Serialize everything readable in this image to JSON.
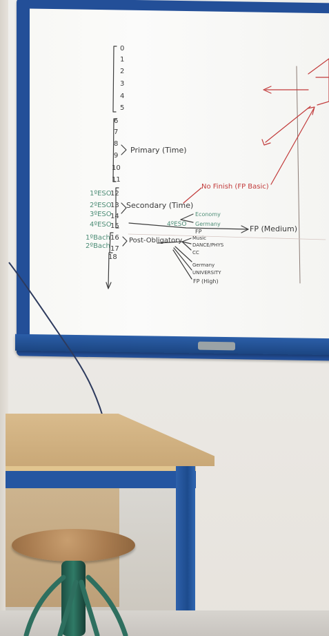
{
  "board": {
    "age_numbers": [
      "0",
      "1",
      "2",
      "3",
      "4",
      "5",
      "6",
      "7",
      "8",
      "9",
      "10",
      "11",
      "12",
      "13",
      "14",
      "15",
      "16",
      "17",
      "18"
    ],
    "course_labels": [
      "1ºESO",
      "2ºESO",
      "3ºESO",
      "4ºESO",
      "1ºBach",
      "2ºBach"
    ],
    "stage_labels": {
      "primary": "Primary (Time)",
      "secondary": "Secondary (Time)",
      "post": "Post-Obligatory"
    },
    "branch_labels": {
      "fourth_eso": "4ºESO",
      "no_finish": "No Finish (FP Basic)",
      "fp_medium": "FP (Medium)",
      "economy": "Economy",
      "fp": "FP",
      "music": "Music",
      "dance": "DANCE/PHYS",
      "cc": "CC",
      "germany": "Germany",
      "university": "UNIVERSITY",
      "fp_high": "FP (High)"
    }
  },
  "colors": {
    "frame": "#234f98",
    "board": "#f8f8f5",
    "marker_green": "#4d8d76",
    "marker_red": "#c23b3b",
    "marker_black": "#3b3b3b",
    "table": "#c9a877",
    "stool": "#2f7a66"
  },
  "icons": {
    "cable": "black-cable",
    "stool": "green-stool",
    "table": "wooden-table",
    "whiteboard": "whiteboard"
  }
}
